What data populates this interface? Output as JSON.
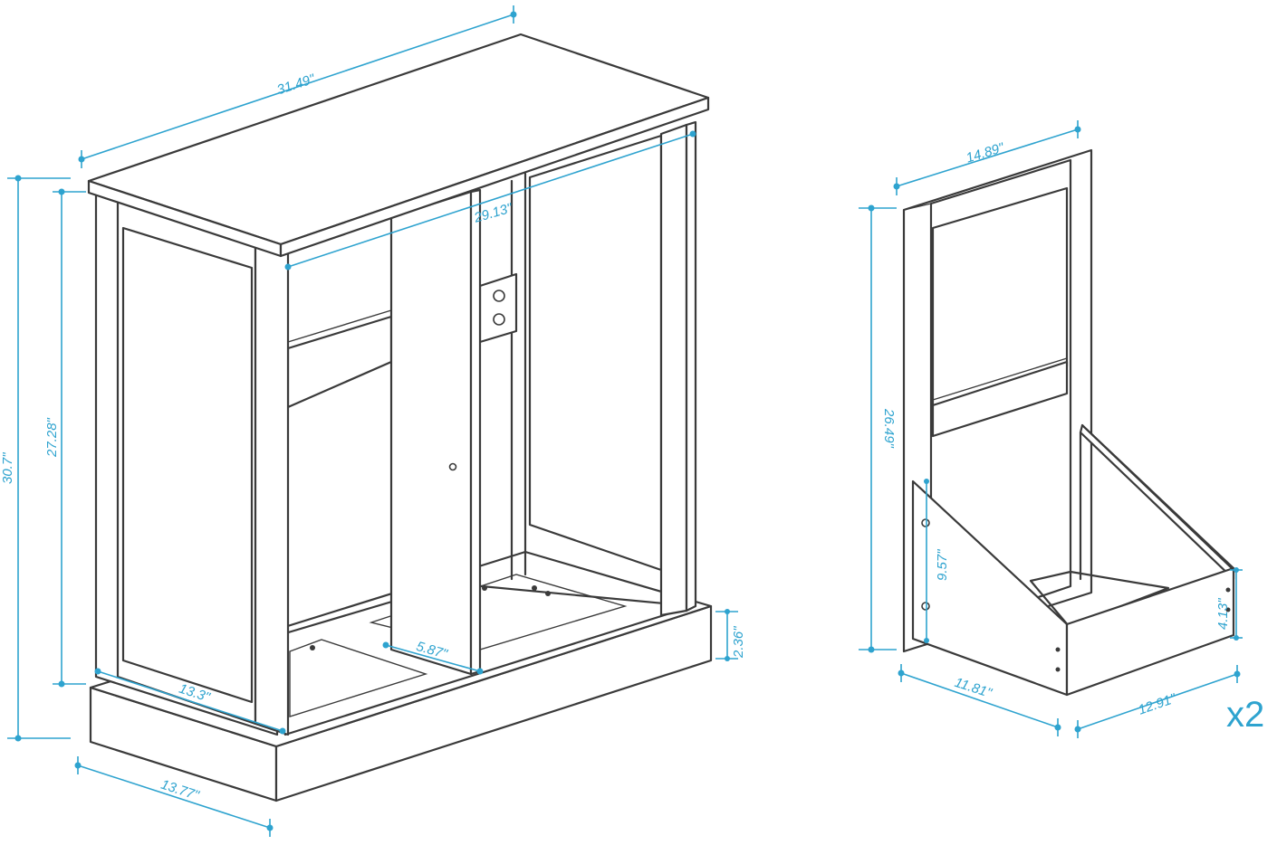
{
  "colors": {
    "dimension": "#2ea3cf",
    "outline": "#3a3a3a"
  },
  "dimensions": {
    "cabinet_width": "31.49\"",
    "cabinet_height": "30.7\"",
    "side_panel_height": "27.28\"",
    "inner_width": "29.13\"",
    "depth_top": "13.3\"",
    "depth_base": "13.77\"",
    "divider_depth": "5.87\"",
    "base_height": "2.36\"",
    "rack_width": "14.89\"",
    "rack_height": "26.49\"",
    "rack_tray_height": "9.57\"",
    "rack_depth": "11.81\"",
    "rack_tray_width": "12.91\"",
    "rack_lip_height": "4.13\""
  },
  "quantity_label": "x2"
}
